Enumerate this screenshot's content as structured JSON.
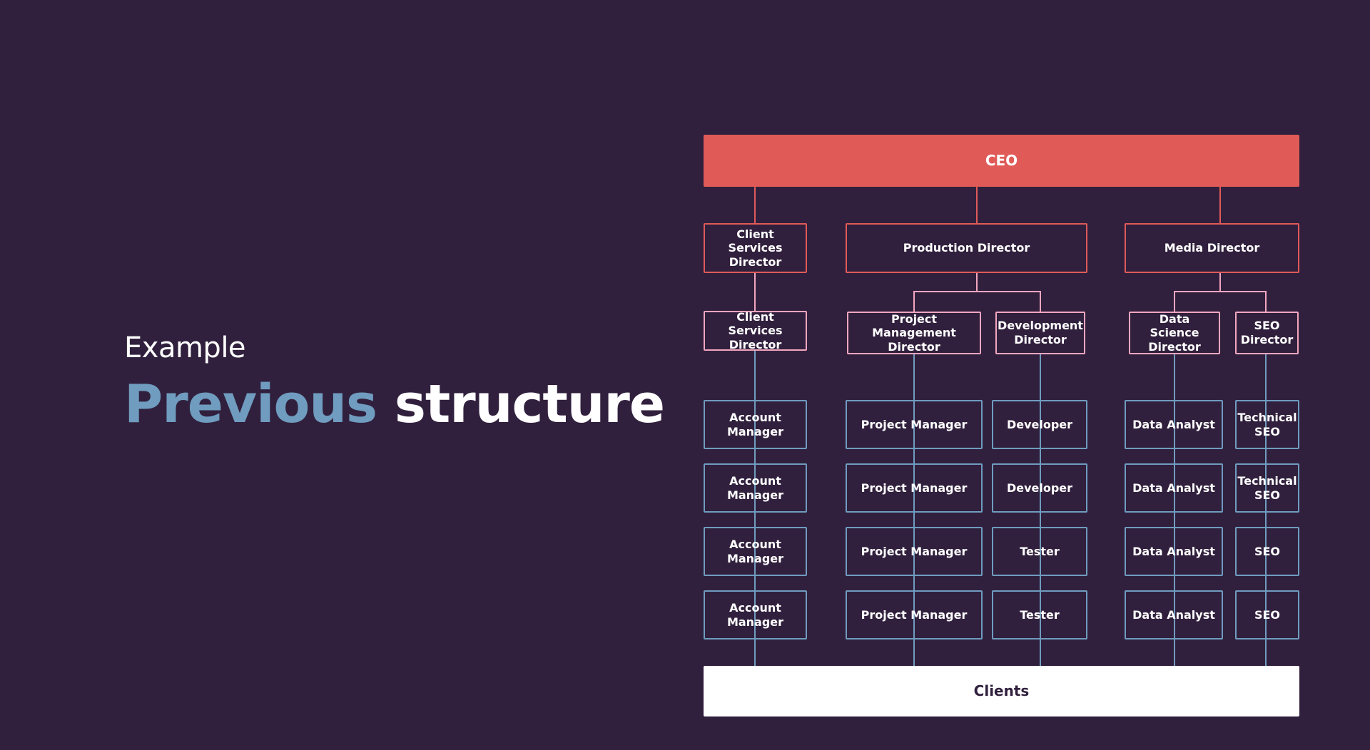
{
  "heading": {
    "eyebrow": "Example",
    "title_accent": "Previous",
    "title_rest": "structure"
  },
  "colors": {
    "background": "#31203d",
    "accent_blue": "#6f9cbf",
    "ceo_red": "#e05a58",
    "pink": "#f2a6bf",
    "white": "#ffffff"
  },
  "org_chart": {
    "ceo": "CEO",
    "directors": {
      "client_services": "Client Services Director",
      "production": "Production Director",
      "media": "Media Director"
    },
    "sub_directors": {
      "client_services": "Client Services Director",
      "project_management": "Project Management Director",
      "development": "Development Director",
      "data_science": "Data Science Director",
      "seo": "SEO Director"
    },
    "teams": {
      "account": [
        "Account Manager",
        "Account Manager",
        "Account Manager",
        "Account Manager"
      ],
      "project": [
        "Project Manager",
        "Project Manager",
        "Project Manager",
        "Project Manager"
      ],
      "development": [
        "Developer",
        "Developer",
        "Tester",
        "Tester"
      ],
      "data": [
        "Data Analyst",
        "Data Analyst",
        "Data Analyst",
        "Data Analyst"
      ],
      "seo": [
        "Technical SEO",
        "Technical SEO",
        "SEO",
        "SEO"
      ]
    },
    "clients": "Clients"
  }
}
